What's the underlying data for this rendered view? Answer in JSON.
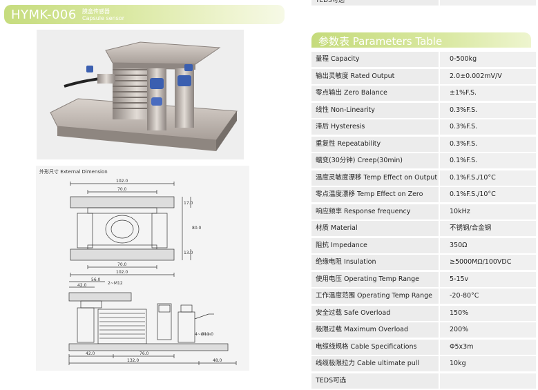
{
  "header": {
    "model": "HYMK-006",
    "name_cn": "膜盒传感器",
    "name_en": "Capsule sensor"
  },
  "drawing": {
    "title": "外形尺寸 External Dimension",
    "dims": {
      "w102_top": "102.0",
      "w70_top": "70.0",
      "h17": "17.0",
      "h80": "80.0",
      "h13": "13.0",
      "w70_bot": "70.0",
      "w102_bot": "102.0",
      "w56": "56.0",
      "w42_top": "42.0",
      "m12": "2~M12",
      "hole": "4~Ø11.0",
      "w42_bot": "42.0",
      "w76": "76.0",
      "w132": "132.0",
      "w48": "48.0"
    }
  },
  "top_cut_label": "TEDS可选",
  "params": {
    "title": "参数表  Parameters Table",
    "rows": [
      {
        "label": "量程 Capacity",
        "value": "0-500kg"
      },
      {
        "label": "输出灵敏度 Rated Output",
        "value": "2.0±0.002mV/V"
      },
      {
        "label": "零点输出 Zero Balance",
        "value": "±1%F.S."
      },
      {
        "label": "线性 Non-Linearity",
        "value": "0.3%F.S."
      },
      {
        "label": "滞后 Hysteresis",
        "value": "0.3%F.S."
      },
      {
        "label": "重复性 Repeatability",
        "value": "0.3%F.S."
      },
      {
        "label": "蠕变(30分钟) Creep(30min)",
        "value": "0.1%F.S."
      },
      {
        "label": "温度灵敏度漂移 Temp Effect on Output",
        "value": "0.1%F.S./10°C"
      },
      {
        "label": "零点温度漂移 Temp Effect on Zero",
        "value": "0.1%F.S./10°C"
      },
      {
        "label": "响应频率 Response frequency",
        "value": "10kHz"
      },
      {
        "label": "材质 Material",
        "value": "不锈钢/合金钢"
      },
      {
        "label": "阻抗 Impedance",
        "value": "350Ω"
      },
      {
        "label": "绝缘电阻 Insulation",
        "value": "≥5000MΩ/100VDC"
      },
      {
        "label": "使用电压 Operating Temp Range",
        "value": "5-15v"
      },
      {
        "label": "工作温度范围 Operating Temp Range",
        "value": "-20-80°C"
      },
      {
        "label": "安全过载 Safe Overload",
        "value": "150%"
      },
      {
        "label": "极限过载 Maximum Overload",
        "value": "200%"
      },
      {
        "label": "电缆线规格 Cable Specifications",
        "value": "Φ5x3m"
      },
      {
        "label": "线缆极限拉力 Cable ultimate pull",
        "value": "10kg"
      },
      {
        "label": "TEDS可选",
        "value": ""
      }
    ]
  }
}
